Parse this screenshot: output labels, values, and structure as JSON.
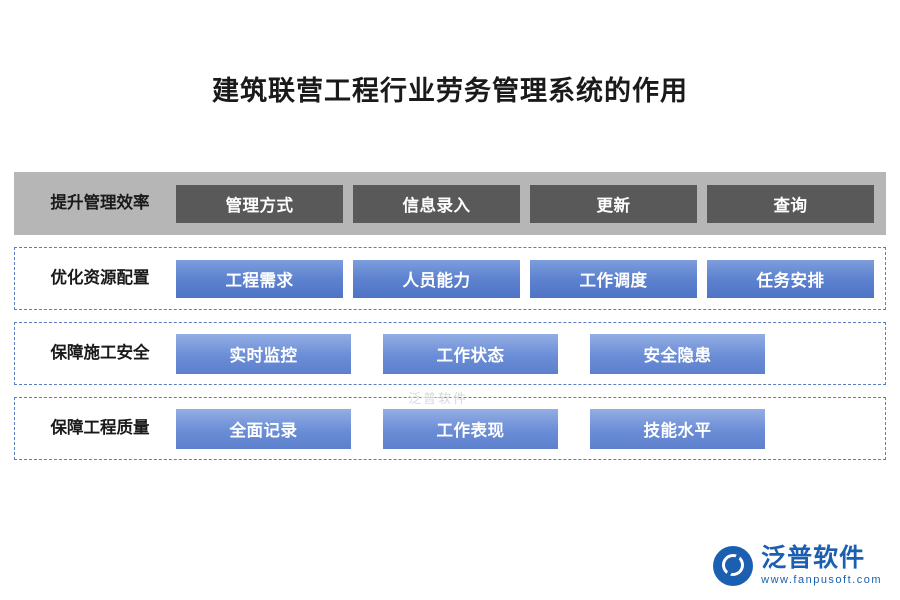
{
  "title": "建筑联营工程行业劳务管理系统的作用",
  "rows": [
    {
      "label": "提升管理效率",
      "style": "gray",
      "cells": [
        "管理方式",
        "信息录入",
        "更新",
        "查询"
      ]
    },
    {
      "label": "优化资源配置",
      "style": "dashed",
      "cells": [
        "工程需求",
        "人员能力",
        "工作调度",
        "任务安排"
      ]
    },
    {
      "label": "保障施工安全",
      "style": "dashed",
      "cells": [
        "实时监控",
        "工作状态",
        "安全隐患"
      ]
    },
    {
      "label": "保障工程质量",
      "style": "dashed",
      "cells": [
        "全面记录",
        "工作表现",
        "技能水平"
      ]
    }
  ],
  "watermark": "泛普软件",
  "logo": {
    "cn": "泛普软件",
    "en": "www.fanpusoft.com"
  },
  "colors": {
    "dark_cell": "#595959",
    "blue_cell": "#5d82cf",
    "gray_row": "#b6b6b6",
    "dashed_border": "#5b7cc4",
    "brand": "#1b5fb0"
  }
}
